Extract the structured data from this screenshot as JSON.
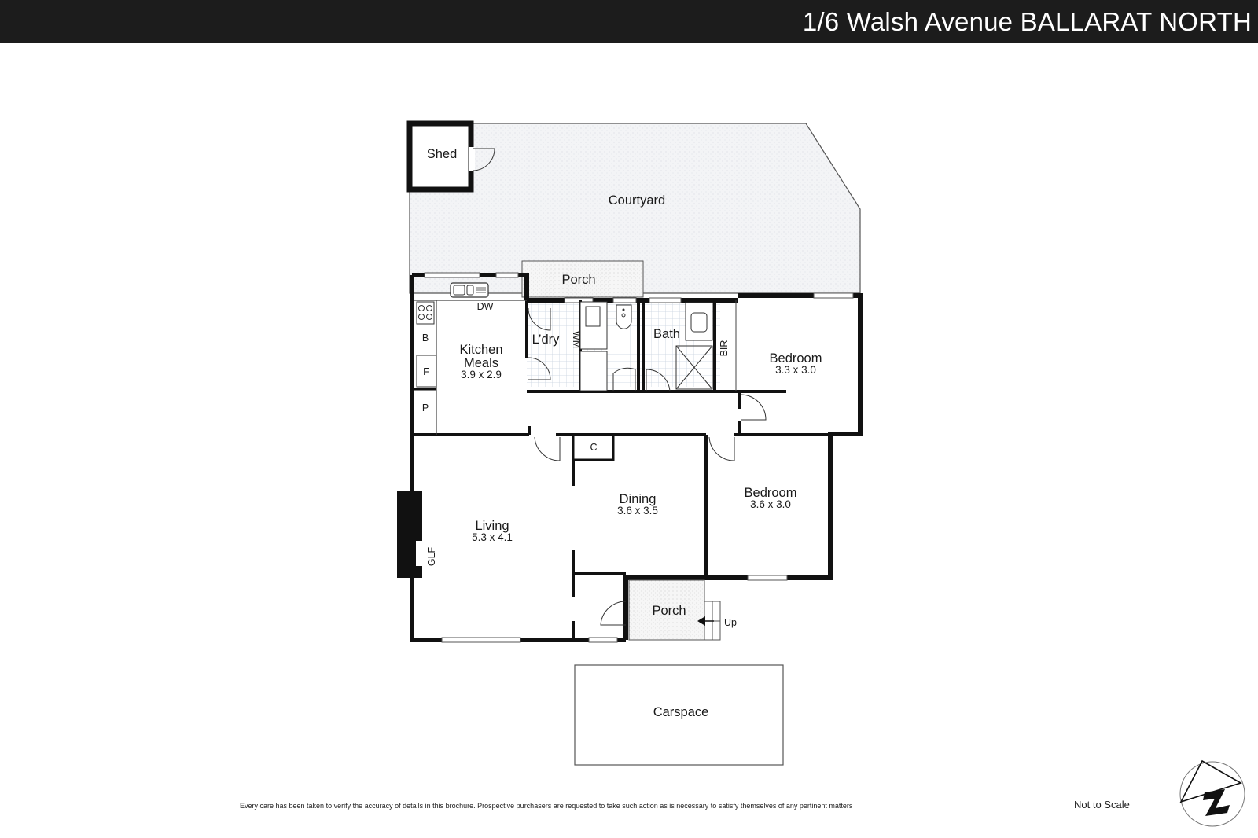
{
  "header": {
    "title": "1/6 Walsh Avenue BALLARAT NORTH"
  },
  "colors": {
    "header_bg": "#1c1c1c",
    "header_text": "#ffffff",
    "wall": "#111111",
    "outdoor_fill": "#f1f3f6",
    "tile_grid": "#c9d3e0"
  },
  "rooms": {
    "shed": {
      "name": "Shed"
    },
    "courtyard": {
      "name": "Courtyard"
    },
    "porch_rear": {
      "name": "Porch"
    },
    "kitchen": {
      "name": "Kitchen",
      "name2": "Meals",
      "dims": "3.9 x 2.9"
    },
    "laundry": {
      "name": "L’dry"
    },
    "bath": {
      "name": "Bath"
    },
    "bir": {
      "name": "BIR"
    },
    "bedroom1": {
      "name": "Bedroom",
      "dims": "3.3 x 3.0"
    },
    "bedroom2": {
      "name": "Bedroom",
      "dims": "3.6 x 3.0"
    },
    "dining": {
      "name": "Dining",
      "dims": "3.6 x 3.5"
    },
    "living": {
      "name": "Living",
      "dims": "5.3 x 4.1"
    },
    "porch_front": {
      "name": "Porch"
    },
    "carspace": {
      "name": "Carspace"
    }
  },
  "fixtures": {
    "dishwasher": "DW",
    "b": "B",
    "f": "F",
    "p": "P",
    "cupboard": "C",
    "washing_machine": "WM",
    "gas_log_fire": "GLF",
    "steps_up": "Up"
  },
  "footer": {
    "disclaimer": "Every care has been taken to verify the accuracy of details in this brochure. Prospective purchasers are requested to take such action as is necessary to satisfy themselves of any pertinent matters",
    "scale_note": "Not to Scale",
    "compass": "north-arrow-icon"
  }
}
